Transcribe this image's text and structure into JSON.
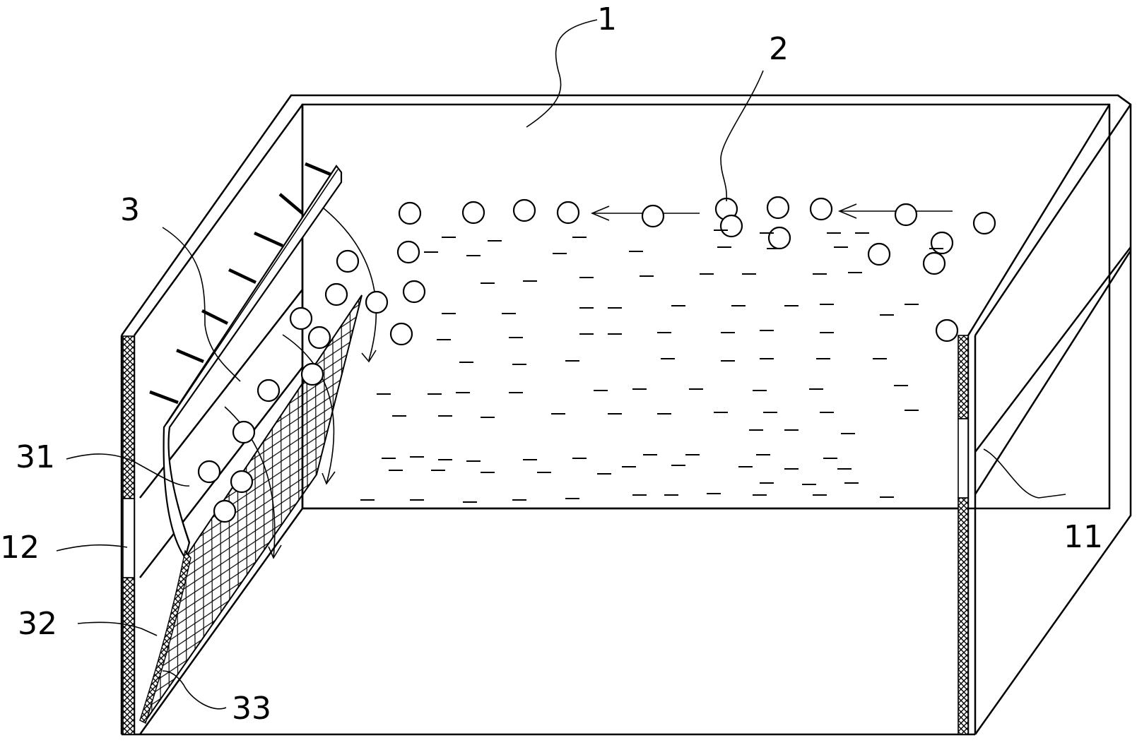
{
  "labels": {
    "tank": "1",
    "bubbles": "2",
    "baffle": "3",
    "baffle_upper": "31",
    "mesh_panel": "32",
    "mesh_edge": "33",
    "inlet": "11",
    "outlet": "12"
  },
  "colors": {
    "line": "#000000",
    "background": "#ffffff"
  }
}
